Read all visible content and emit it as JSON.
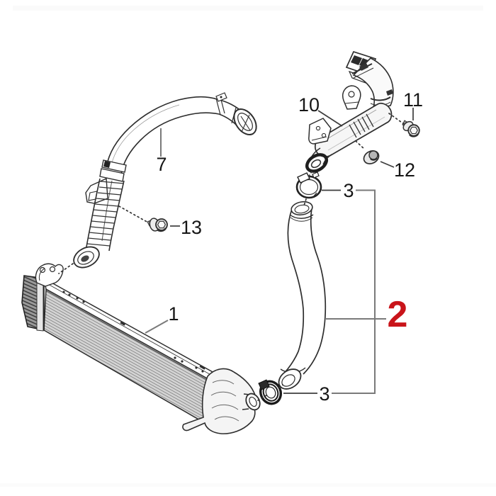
{
  "diagram": {
    "background_color": "#ffffff",
    "line_color": "#2e2e2e",
    "leader_color": "#7a7a7a",
    "stub_color": "#3d3d3d",
    "highlight_color": "#c9141a",
    "label_color": "#161616",
    "callouts": {
      "intercooler": {
        "text": "1"
      },
      "hose_highlight": {
        "text": "2"
      },
      "clamp_upper": {
        "text": "3"
      },
      "clamp_lower": {
        "text": "3"
      },
      "charge_pipe": {
        "text": "7"
      },
      "outlet_pipe": {
        "text": "10"
      },
      "bolt_upper": {
        "text": "11"
      },
      "nut": {
        "text": "12"
      },
      "bolt_lower": {
        "text": "13"
      }
    }
  }
}
